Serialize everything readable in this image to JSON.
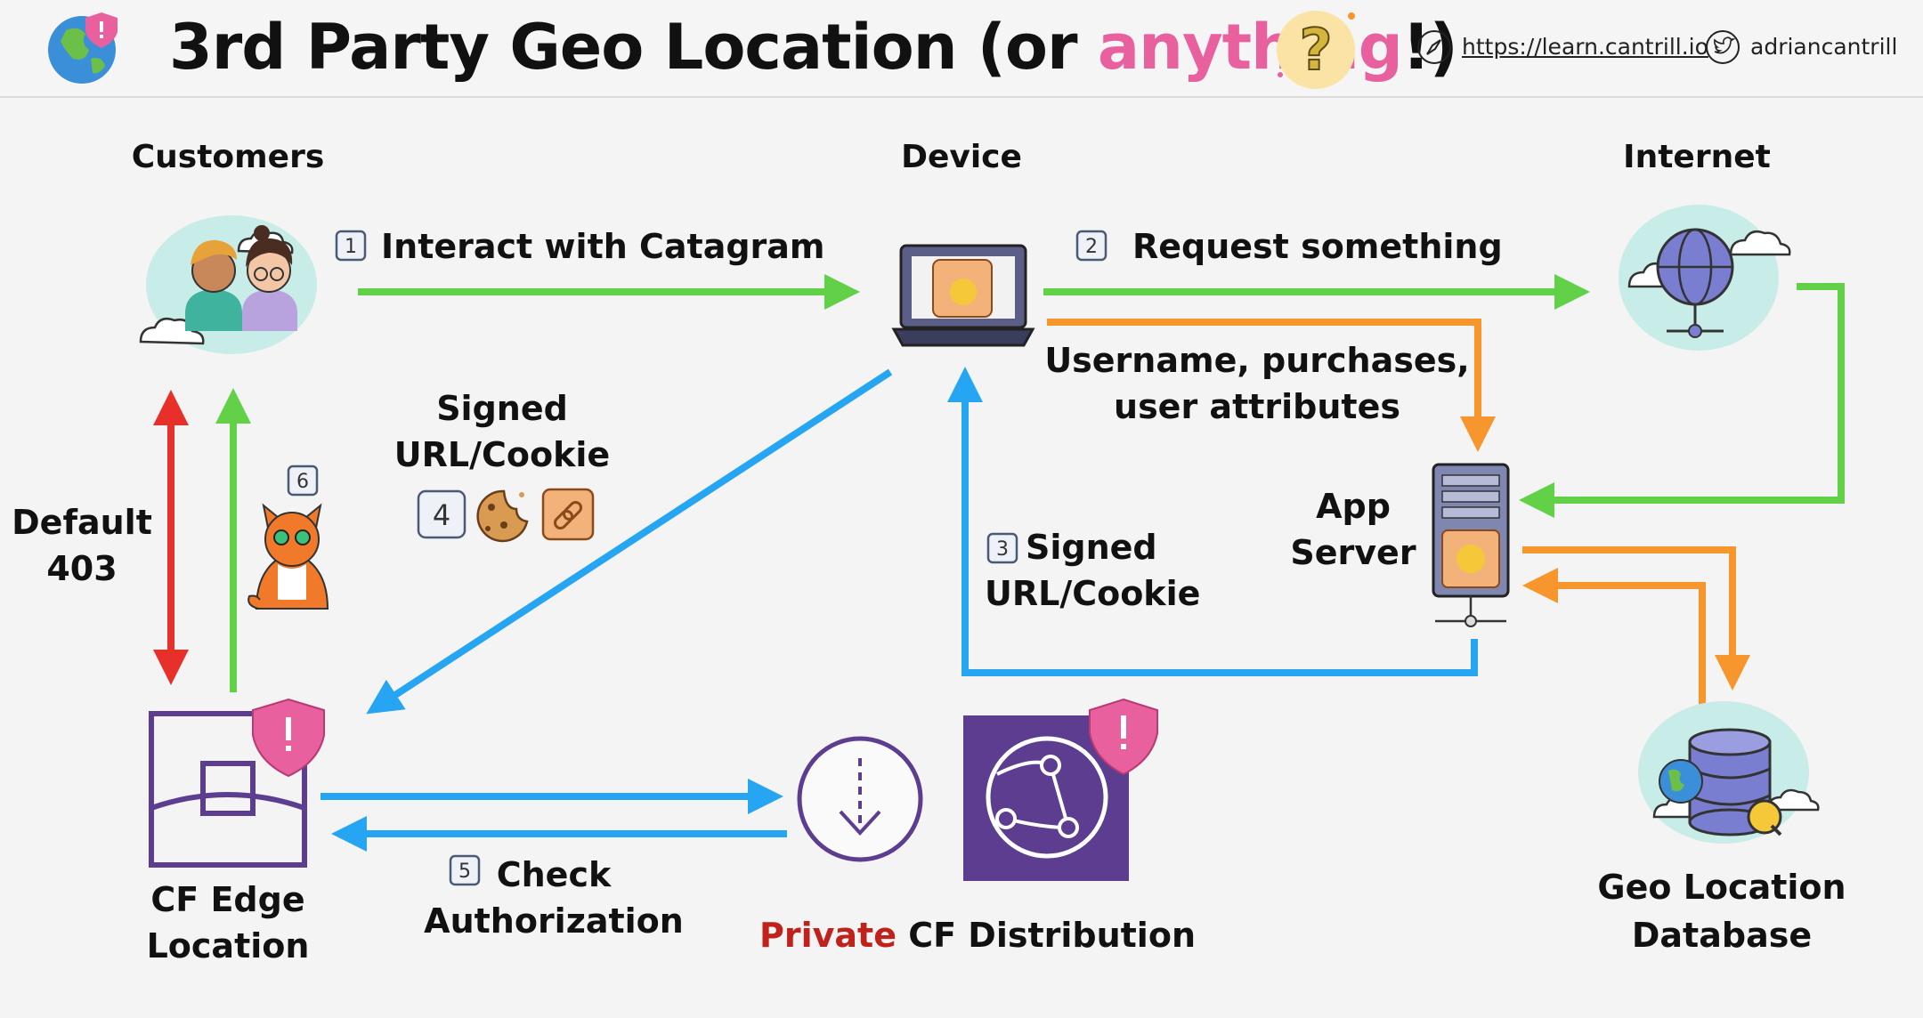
{
  "header": {
    "title_main": "3rd Party Geo Location (or ",
    "title_accent": "anything",
    "title_end": "!)",
    "url": "https://learn.cantrill.io",
    "twitter": "adriancantrill"
  },
  "nodes": {
    "customers": "Customers",
    "device": "Device",
    "internet": "Internet",
    "app_server_1": "App",
    "app_server_2": "Server",
    "cf_edge_1": "CF Edge",
    "cf_edge_2": "Location",
    "private_word": "Private",
    "distribution": " CF Distribution",
    "geo_db_1": "Geo Location",
    "geo_db_2": "Database"
  },
  "steps": {
    "s1_num": "1",
    "s1_label": "Interact with Catagram",
    "s2_num": "2",
    "s2_label": "Request something",
    "s3_num": "3",
    "s3_label_1": "Signed",
    "s3_label_2": "URL/Cookie",
    "s4_num": "4",
    "s4_label_1": "Signed",
    "s4_label_2": "URL/Cookie",
    "s5_num": "5",
    "s5_label_1": "Check",
    "s5_label_2": "Authorization",
    "s6_num": "6"
  },
  "labels": {
    "attributes_1": "Username, purchases,",
    "attributes_2": "user attributes",
    "default_1": "Default",
    "default_2": "403"
  },
  "colors": {
    "green": "#62d148",
    "orange": "#f7962d",
    "blue": "#26a5f2",
    "red": "#e8302a",
    "purple": "#5c3d8f",
    "pink": "#e8609e",
    "private_red": "#c0221b"
  },
  "icons": [
    "globe-icon",
    "question-icon",
    "compass-icon",
    "twitter-icon",
    "customers-icon",
    "laptop-icon",
    "internet-globe-icon",
    "server-icon",
    "database-icon",
    "edge-location-icon",
    "distribution-icon",
    "cloudfront-icon",
    "cat-icon",
    "cookie-icon",
    "link-icon",
    "shield-icon"
  ]
}
